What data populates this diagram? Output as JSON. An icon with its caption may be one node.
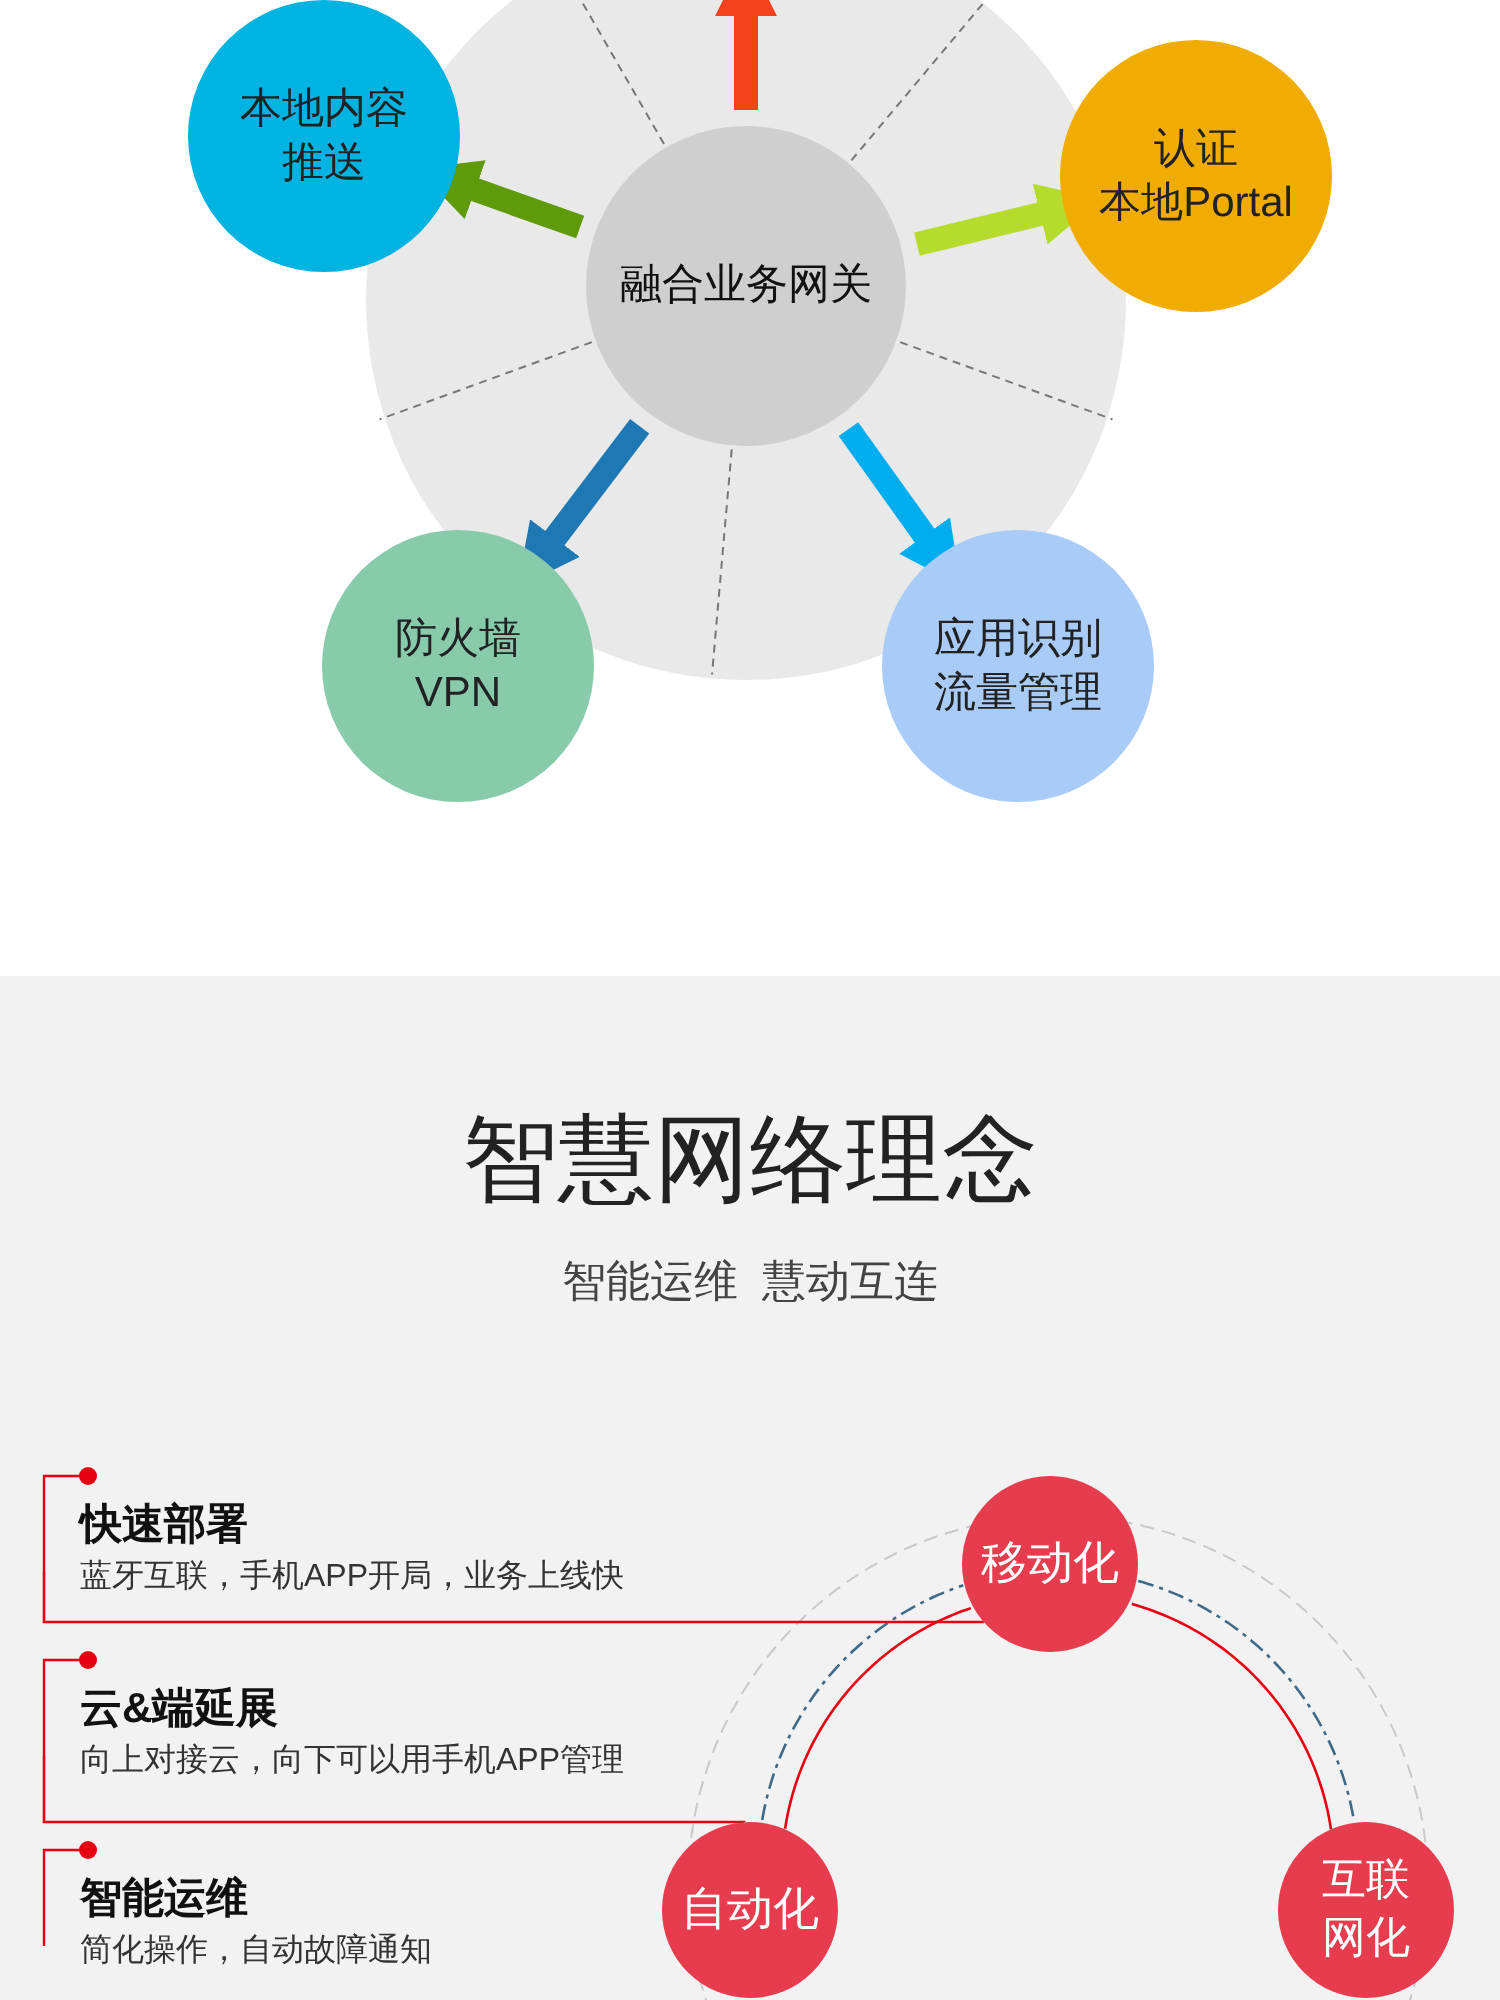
{
  "diagram": {
    "title": "智慧网络理念",
    "nodes": [
      {
        "text": [],
        "shape": "circle"
      },
      {
        "text": [
          "融合业务网关"
        ],
        "in": 0
      },
      {
        "text": [
          "本地内容",
          "推送"
        ]
      },
      {
        "text": [
          "认证",
          "本地Portal"
        ]
      },
      {
        "text": [
          "防火墙",
          "VPN"
        ]
      },
      {
        "text": [
          "应用识别",
          "流量管理"
        ]
      },
      {
        "text": [
          "快速部署",
          "蓝牙互联，手机APP开局，业务上线快"
        ]
      },
      {
        "text": [
          "移动化"
        ]
      },
      {
        "text": [
          "云&端延展",
          "向上对接云，向下可以用手机APP管理"
        ]
      },
      {
        "text": [
          "自动化"
        ]
      },
      {
        "text": [
          "智能运维",
          "简化操作，自动故障通知"
        ]
      },
      {
        "text": [
          "互联网化"
        ]
      }
    ],
    "edges": [
      {
        "from": 1,
        "to": null,
        "arrow": "to",
        "style": "thick",
        "color": "#f4431c"
      },
      {
        "from": 1,
        "to": 2,
        "arrow": "to",
        "style": "thick",
        "color": "#5e9a0a"
      },
      {
        "from": 1,
        "to": 3,
        "arrow": "to",
        "style": "thick",
        "color": "#b5dc2d"
      },
      {
        "from": 1,
        "to": 4,
        "arrow": "to",
        "style": "thick",
        "color": "#1e78b4"
      },
      {
        "from": 1,
        "to": 5,
        "arrow": "to",
        "style": "thick",
        "color": "#00adef"
      },
      {
        "from": 6,
        "to": 7,
        "arrow": "none",
        "color": "#e60012"
      },
      {
        "from": 8,
        "to": 9,
        "arrow": "none",
        "color": "#e60012"
      },
      {
        "from": 9,
        "to": 7,
        "arrow": "none",
        "color": "#e60012"
      },
      {
        "from": 7,
        "to": 11,
        "arrow": "none",
        "color": "#e60012"
      },
      {
        "from": 9,
        "to": 7,
        "arrow": "none",
        "style": "dashed",
        "color": "#3e6a8a"
      },
      {
        "from": 7,
        "to": 11,
        "arrow": "none",
        "style": "dashed",
        "color": "#3e6a8a"
      }
    ],
    "labels": [
      "智能运维",
      "慧动互连"
    ]
  }
}
